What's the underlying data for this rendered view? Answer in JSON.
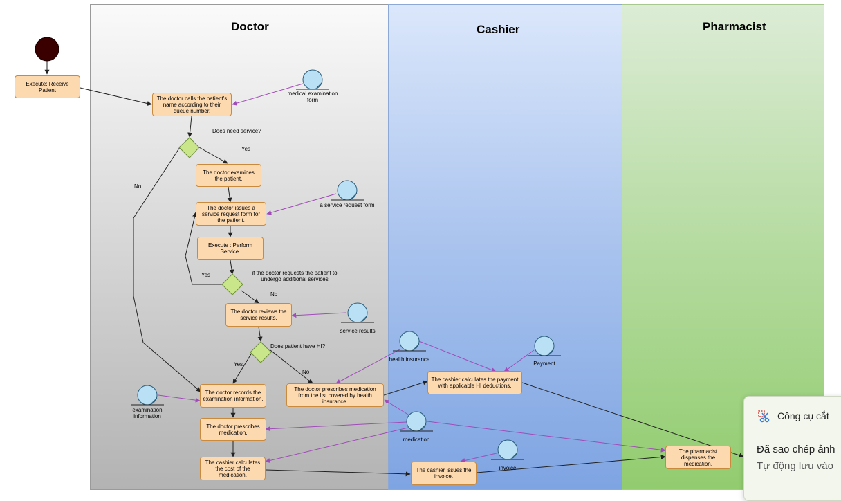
{
  "lanes": {
    "doctor": "Doctor",
    "cashier": "Cashier",
    "pharmacist": "Pharmacist"
  },
  "activities": {
    "receive": "Execute: Receive Patient",
    "call": "The doctor calls the patient's name according to their queue number.",
    "examine": "The doctor examines the patient.",
    "issue_request": "The doctor issues a service request form for the patient.",
    "perform": "Execute : Perform Service.",
    "review": "The doctor reviews the service results.",
    "record": "The doctor records the examination information.",
    "prescribe_hi": "The doctor prescribes medication from the list covered by health insurance.",
    "prescribes": "The doctor prescribes medication.",
    "cashier_cost": "The cashier calculates the cost of the medication.",
    "cashier_payment": "The cashier calculates the payment with applicable HI deductions.",
    "cashier_invoice": "The cashier issues the invoice.",
    "pharm_dispense": "The pharmacist dispenses the medication."
  },
  "objects": {
    "med_form": "medical examination form",
    "service_form": "a service request form",
    "service_results": "service results",
    "health_insurance": "health insurance",
    "payment": "Payment",
    "exam_info": "examination information",
    "medication": "medication",
    "invoice": "invoice"
  },
  "guards": {
    "need_service": "Does need service?",
    "yes1": "Yes",
    "no1": "No",
    "additional": "if the doctor requests the patient to undergo additional services",
    "yes2": "Yes",
    "no2": "No",
    "has_hi": "Does patient have HI?",
    "yes3": "Yes",
    "no3": "No"
  },
  "toast": {
    "title": "Công cụ cắt",
    "message": "Đã sao chép ảnh",
    "sub": "Tự động lưu vào"
  },
  "colors": {
    "activity_fill": "#fdd9b0",
    "activity_border": "#c98a3e",
    "decision_fill": "#c9e78a",
    "object_fill": "#b9e0f5",
    "start_node": "#3a0000",
    "object_flow": "#a04cb8"
  }
}
